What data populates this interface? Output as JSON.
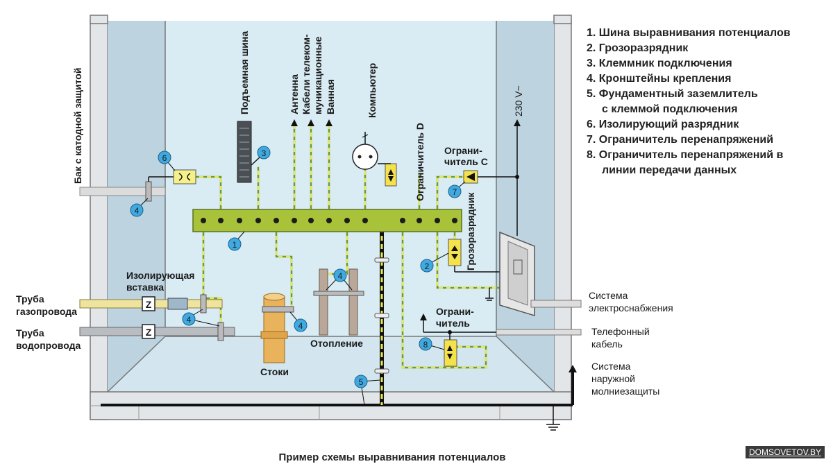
{
  "legend": [
    {
      "text": "1. Шина выравнивания потенциалов"
    },
    {
      "text": "2. Грозоразрядник"
    },
    {
      "text": "3. Клеммник подключения"
    },
    {
      "text": "4. Кронштейны крепления"
    },
    {
      "text": "5. Фундаментный заземлитель"
    },
    {
      "text": "с клеммой подключения"
    },
    {
      "text": "6. Изолирующий разрядник"
    },
    {
      "text": "7. Ограничитель перенапряжений"
    },
    {
      "text": "8. Ограничитель перенапряжений в"
    },
    {
      "text": "линии передачи данных"
    }
  ],
  "labels": {
    "cathodic_tank": "Бак с катодной защитой",
    "lift_bus": "Подъемная шина",
    "antenna": "Антенна",
    "telecom_cables_1": "Кабели телеком-",
    "telecom_cables_2": "муникационные",
    "bath": "Ванная",
    "computer": "Компьютер",
    "limiter_d": "Ограничитель D",
    "limiter_c_1": "Ограни-",
    "limiter_c_2": "читель С",
    "voltage": "230 V~",
    "arrester": "Грозоразрядник",
    "insert_1": "Изолирующая",
    "insert_2": "вставка",
    "gas_1": "Труба",
    "gas_2": "газопровода",
    "water_1": "Труба",
    "water_2": "водопровода",
    "drains": "Стоки",
    "heating": "Отопление",
    "limiter_1": "Ограни-",
    "limiter_2": "читель",
    "power_1": "Система",
    "power_2": "электроснабжения",
    "phone_1": "Телефонный",
    "phone_2": "кабель",
    "lightning_1": "Система",
    "lightning_2": "наружной",
    "lightning_3": "молниезащиты",
    "z": "Z"
  },
  "markers": {
    "m1": "1",
    "m2": "2",
    "m3": "3",
    "m4": "4",
    "m5": "5",
    "m6": "6",
    "m7": "7",
    "m8": "8"
  },
  "caption": "Пример схемы выравнивания потенциалов",
  "watermark": "DOMSOVETOV.BY",
  "colors": {
    "wall": "#c9d9e4",
    "room": "#d7e9f1",
    "bus": "#a8c23a",
    "ground_wire": "#e8e84a",
    "marker": "#3fa9e0",
    "gas_pipe": "#efe3a0",
    "drain_pipe": "#e8b35a"
  }
}
